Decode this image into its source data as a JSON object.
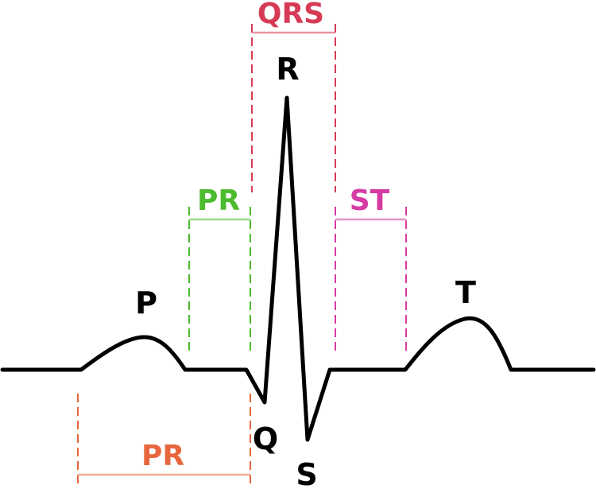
{
  "diagram": {
    "waves": {
      "p": "P",
      "q": "Q",
      "r": "R",
      "s": "S",
      "t": "T"
    },
    "intervals": {
      "qrs": {
        "label": "QRS",
        "color": "#d63a55"
      },
      "pr_segment": {
        "label": "PR",
        "color": "#4cbb2e"
      },
      "st_segment": {
        "label": "ST",
        "color": "#d63ba3"
      },
      "pr_interval": {
        "label": "PR",
        "color": "#e8663d"
      }
    },
    "trace_color": "#000000"
  }
}
